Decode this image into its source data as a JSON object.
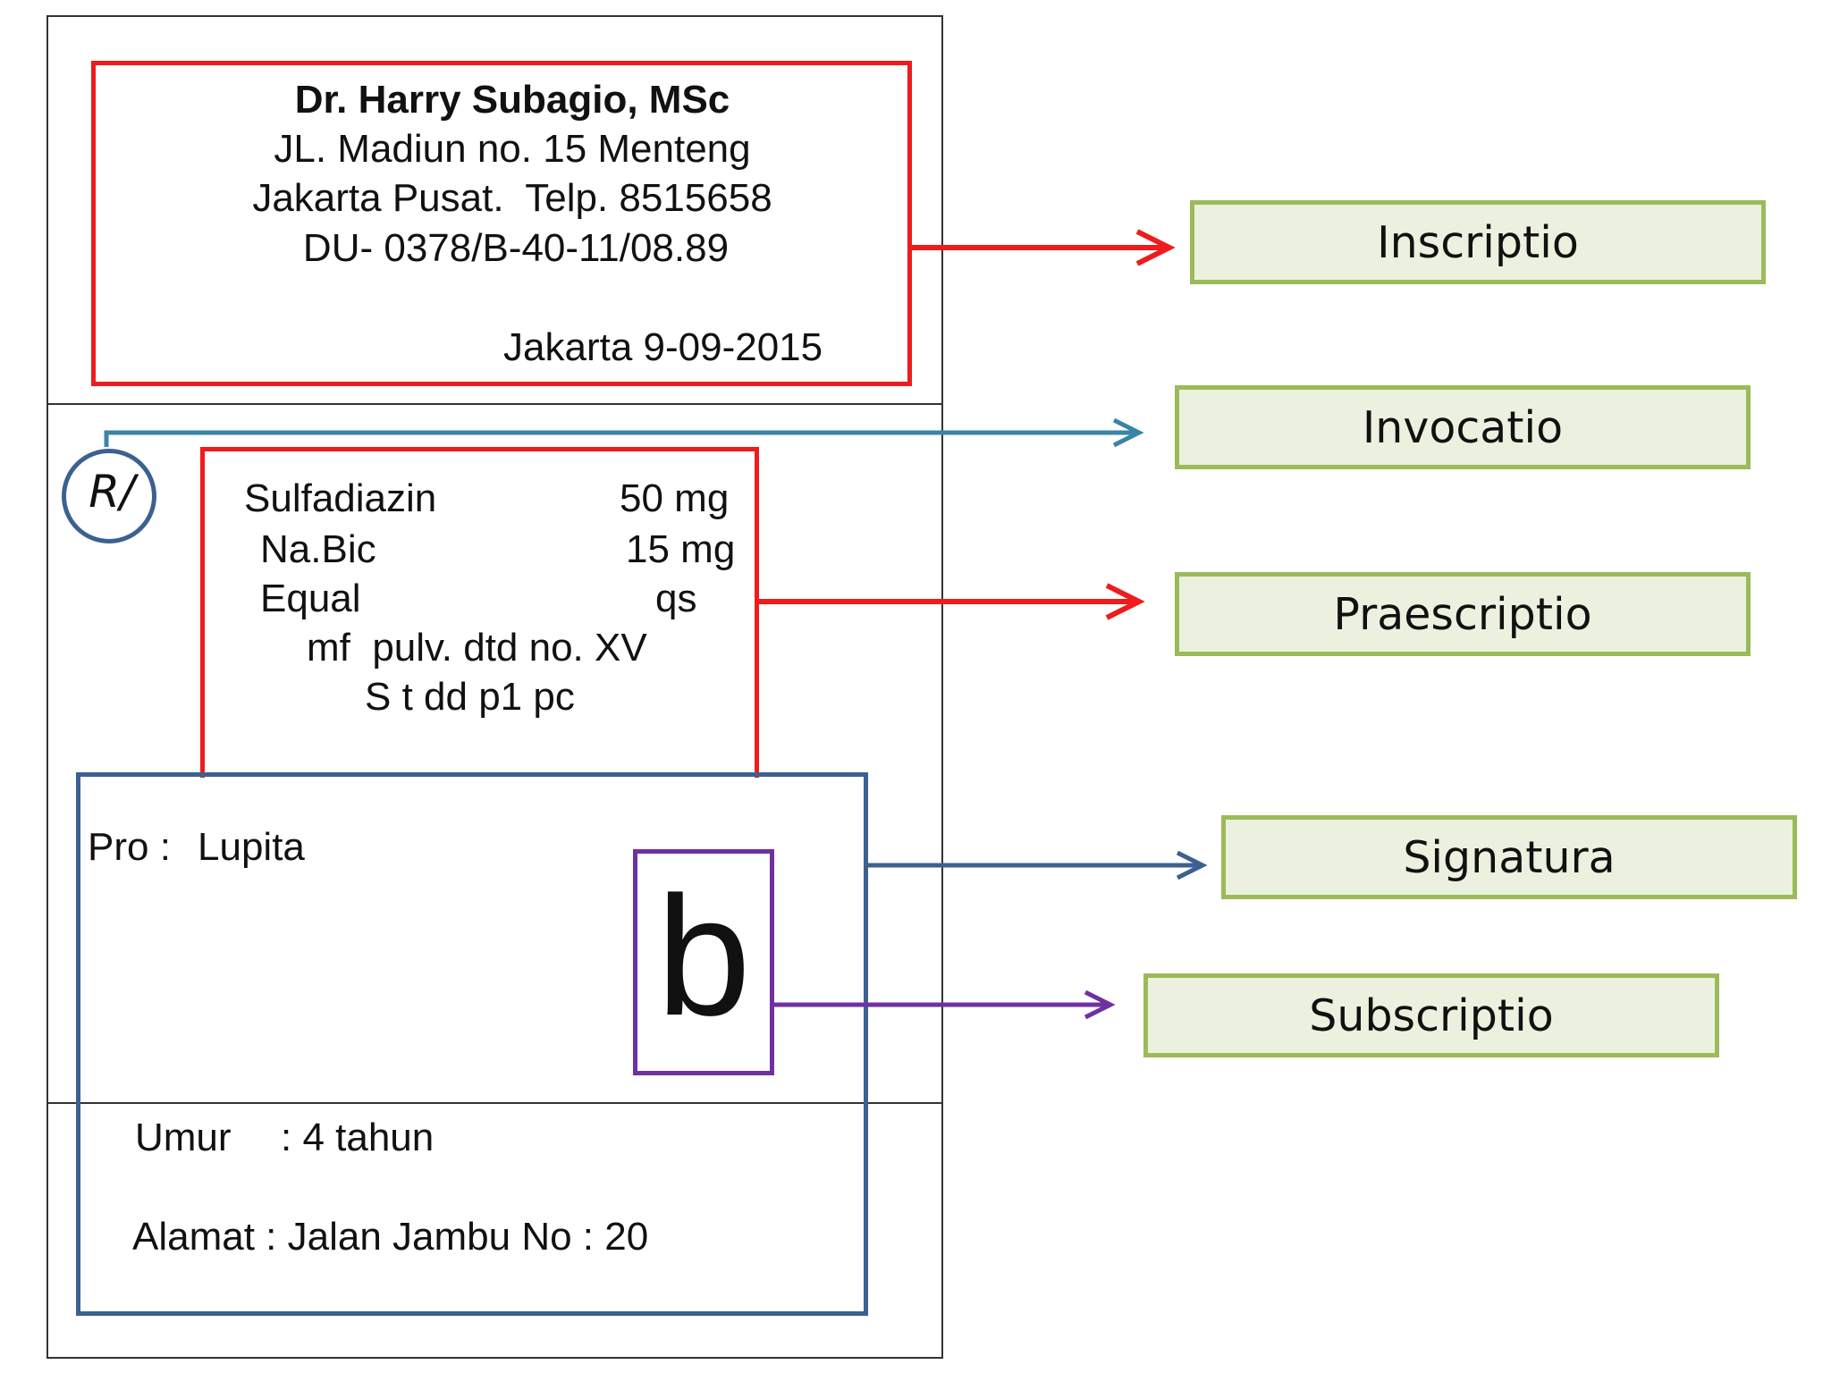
{
  "header": {
    "doctor_name": "Dr. Harry Subagio, MSc",
    "address_line": "JL. Madiun no. 15 Menteng",
    "city_phone": "Jakarta Pusat.  Telp. 8515658",
    "license": "DU- 0378/B-40-11/08.89",
    "place_date": "Jakarta 9-09-2015"
  },
  "invocatio_symbol": "R/",
  "prescription": {
    "items": [
      {
        "name": "Sulfadiazin",
        "dose": "50 mg"
      },
      {
        "name": "Na.Bic",
        "dose": "15 mg"
      },
      {
        "name": "Equal",
        "dose": "qs"
      }
    ],
    "instruction": "mf  pulv. dtd no. XV",
    "usage": "S t dd p1 pc"
  },
  "patient": {
    "pro_label": "Pro :",
    "pro_name": "Lupita",
    "age_label": "Umur",
    "age_value": ": 4 tahun",
    "address": "Alamat : Jalan Jambu No : 20"
  },
  "signature_mark": "b",
  "labels": {
    "inscriptio": "Inscriptio",
    "invocatio": "Invocatio",
    "praescriptio": "Praescriptio",
    "signatura": "Signatura",
    "subscriptio": "Subscriptio"
  },
  "colors": {
    "inscriptio": "#ee1c1c",
    "invocatio": "#3a84a6",
    "praescriptio": "#ee1c1c",
    "signatura": "#3c6190",
    "subscriptio": "#7030a0",
    "label_fill": "#ebf1de",
    "label_border": "#9bbb59"
  }
}
